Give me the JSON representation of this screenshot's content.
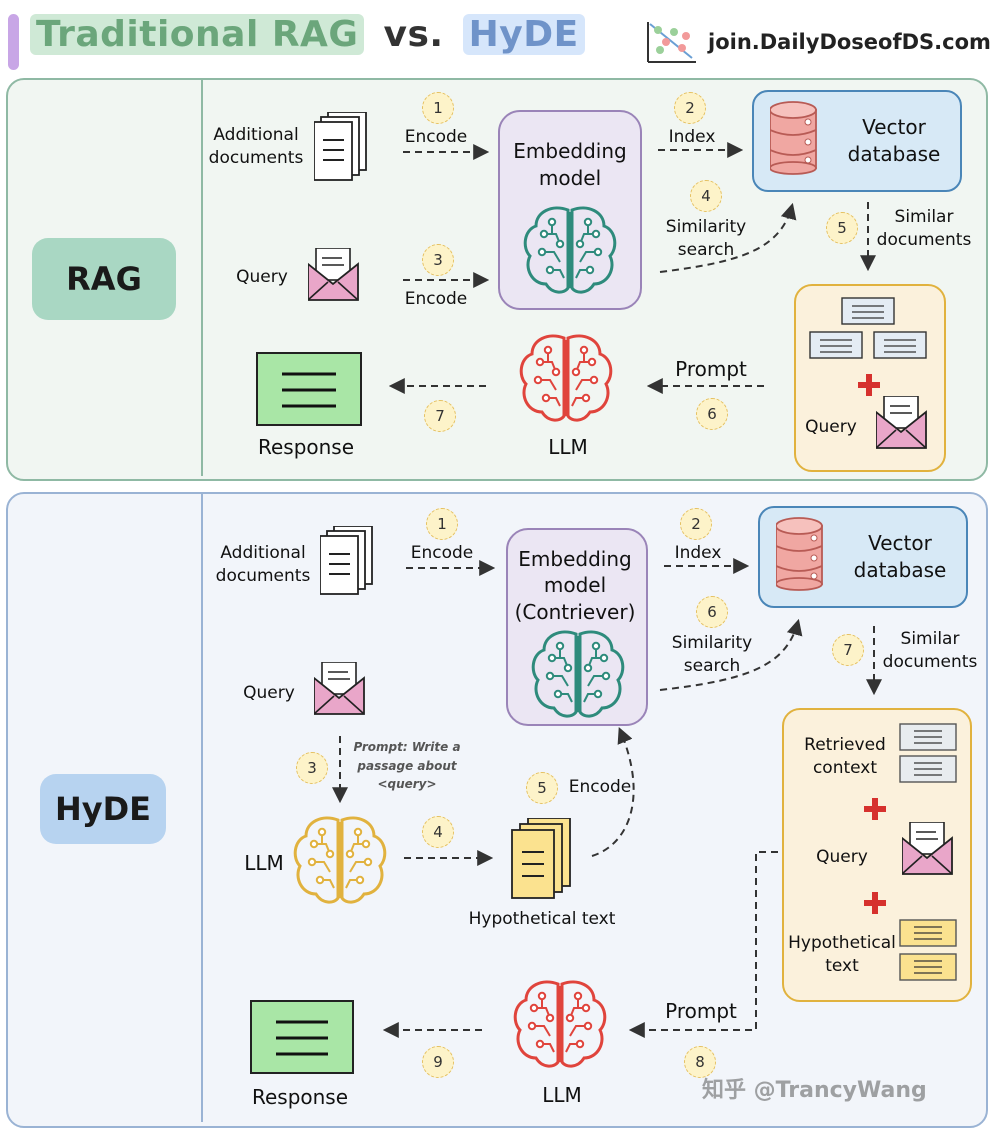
{
  "title": {
    "part1": "Traditional RAG",
    "part2": "vs.",
    "part3": "HyDE"
  },
  "brand": "join.DailyDoseofDS.com",
  "colors": {
    "rag_panel": "#f1f6f2",
    "hyde_panel": "#f2f5fa",
    "embedding": "#ebe6f3",
    "vector_db": "#d7e9f6",
    "context": "#fbf1dc",
    "response": "#a9e6a6",
    "llm_red": "#e0443c",
    "llm_yellow": "#e1b23e",
    "embed_teal": "#2e8b7c"
  },
  "rag": {
    "section_label": "RAG",
    "additional_documents": "Additional\ndocuments",
    "query": "Query",
    "encode_1": "Encode",
    "encode_3": "Encode",
    "embedding_model": "Embedding\nmodel",
    "index": "Index",
    "vector_db": "Vector\ndatabase",
    "similarity_search": "Similarity\nsearch",
    "similar_documents": "Similar\ndocuments",
    "context_query": "Query",
    "prompt": "Prompt",
    "llm": "LLM",
    "response": "Response",
    "steps": [
      "1",
      "2",
      "3",
      "4",
      "5",
      "6",
      "7"
    ]
  },
  "hyde": {
    "section_label": "HyDE",
    "additional_documents": "Additional\ndocuments",
    "query": "Query",
    "encode_1": "Encode",
    "embedding_model": "Embedding\nmodel\n(Contriever)",
    "index": "Index",
    "vector_db": "Vector\ndatabase",
    "similarity_search": "Similarity\nsearch",
    "similar_documents": "Similar\ndocuments",
    "prompt_note": "Prompt: Write a\npassage about\n<query>",
    "llm_gen": "LLM",
    "hypothetical_text": "Hypothetical text",
    "encode_5": "Encode",
    "retrieved_context": "Retrieved\ncontext",
    "context_query": "Query",
    "context_hypo": "Hypothetical\ntext",
    "prompt": "Prompt",
    "llm": "LLM",
    "response": "Response",
    "steps": [
      "1",
      "2",
      "3",
      "4",
      "5",
      "6",
      "7",
      "8",
      "9"
    ]
  },
  "watermark": "知乎 @TrancyWang"
}
